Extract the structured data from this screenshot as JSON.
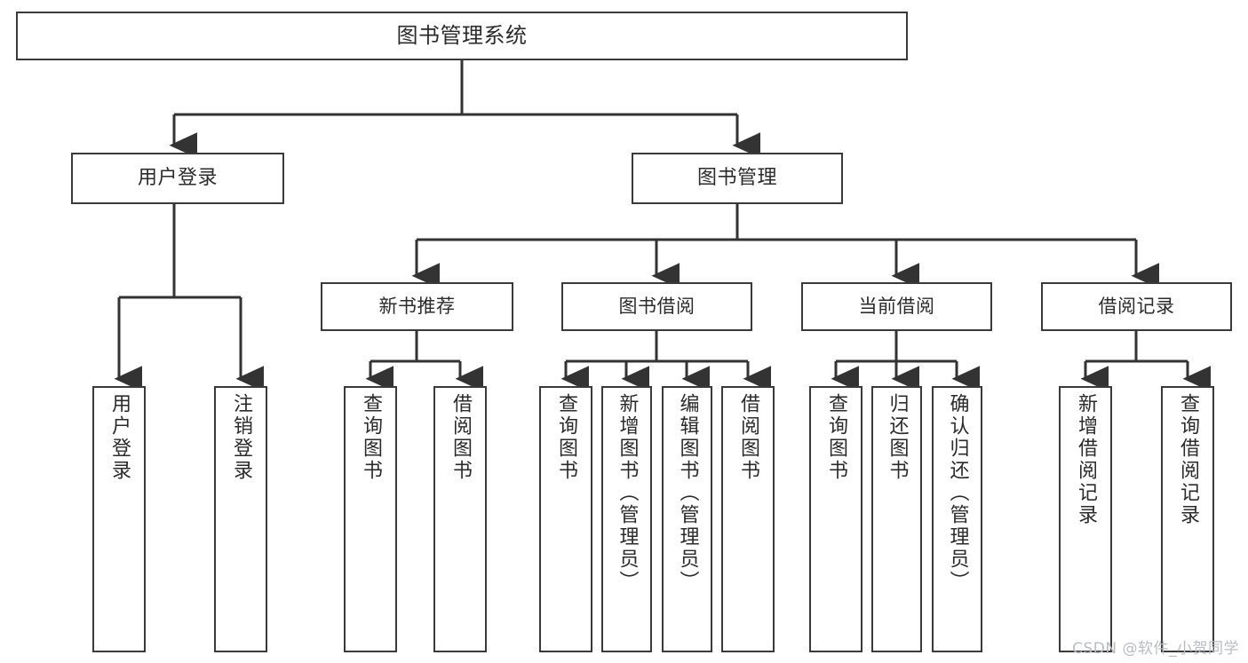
{
  "diagram": {
    "title": "图书管理系统",
    "type": "tree-hierarchy",
    "watermark": "CSDN @软件_小贺同学",
    "colors": {
      "background": "#ffffff",
      "box_border": "#3a3a3a",
      "box_fill": "#ffffff",
      "connector": "#333333",
      "text": "#2b2b2b",
      "watermark": "#b9bcc2"
    },
    "root": {
      "label": "图书管理系统"
    },
    "level1": [
      {
        "label": "用户登录"
      },
      {
        "label": "图书管理"
      }
    ],
    "level2": [
      {
        "label": "新书推荐"
      },
      {
        "label": "图书借阅"
      },
      {
        "label": "当前借阅"
      },
      {
        "label": "借阅记录"
      }
    ],
    "leaves": {
      "user_login": [
        {
          "label": "用户登录"
        },
        {
          "label": "注销登录"
        }
      ],
      "new_book_recommend": [
        {
          "label": "查询图书"
        },
        {
          "label": "借阅图书"
        }
      ],
      "book_borrow": [
        {
          "label": "查询图书"
        },
        {
          "label": "新增图书（管理员）"
        },
        {
          "label": "编辑图书（管理员）"
        },
        {
          "label": "借阅图书"
        }
      ],
      "current_borrow": [
        {
          "label": "查询图书"
        },
        {
          "label": "归还图书"
        },
        {
          "label": "确认归还（管理员）"
        }
      ],
      "borrow_record": [
        {
          "label": "新增借阅记录"
        },
        {
          "label": "查询借阅记录"
        }
      ]
    }
  }
}
